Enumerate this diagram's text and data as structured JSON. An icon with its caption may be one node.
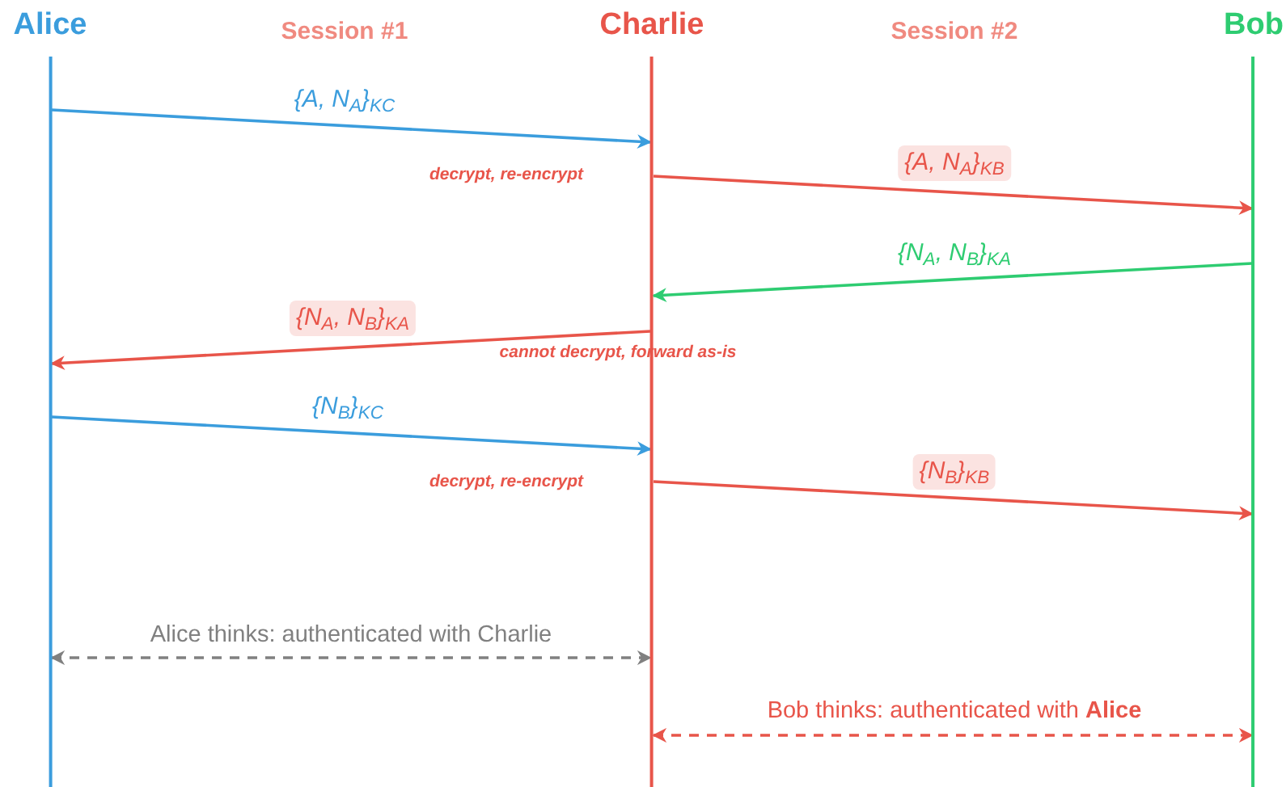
{
  "diagram": {
    "nodes": [
      {
        "text": [
          "Alice"
        ]
      },
      {
        "text": [
          "Charlie"
        ]
      },
      {
        "text": [
          "Bob"
        ]
      }
    ],
    "edges": [
      {
        "from": 0,
        "to": 1,
        "arrow": "to",
        "label": "{A, N$_{A}$}$_{KC}$",
        "color": "#3b9ddd"
      },
      {
        "from": 1,
        "to": 2,
        "arrow": "to",
        "label": "{A, N$_{A}$}$_{KB}$",
        "color": "#e8554a"
      },
      {
        "from": 2,
        "to": 1,
        "arrow": "to",
        "label": "{N$_{A}$, N$_{B}$}$_{KA}$",
        "color": "#2ecc71"
      },
      {
        "from": 1,
        "to": 0,
        "arrow": "to",
        "label": "{N$_{A}$, N$_{B}$}$_{KA}$",
        "color": "#e8554a"
      },
      {
        "from": 0,
        "to": 1,
        "arrow": "to",
        "label": "{N$_{B}$}$_{KC}$",
        "color": "#3b9ddd"
      },
      {
        "from": 1,
        "to": 2,
        "arrow": "to",
        "label": "{N$_{B}$}$_{KB}$",
        "color": "#e8554a"
      },
      {
        "from": 0,
        "to": 1,
        "arrow": "both",
        "label": "Alice thinks: authenticated with Charlie",
        "style": "dashed",
        "color": "#808080"
      },
      {
        "from": 1,
        "to": 2,
        "arrow": "both",
        "label": "Bob thinks: authenticated with **Alice**",
        "style": "dashed",
        "color": "#e8554a"
      }
    ],
    "labels": [
      "Session #1",
      "Session #2",
      "decrypt, re-encrypt",
      "cannot decrypt, forward as-is",
      "decrypt, re-encrypt"
    ]
  }
}
